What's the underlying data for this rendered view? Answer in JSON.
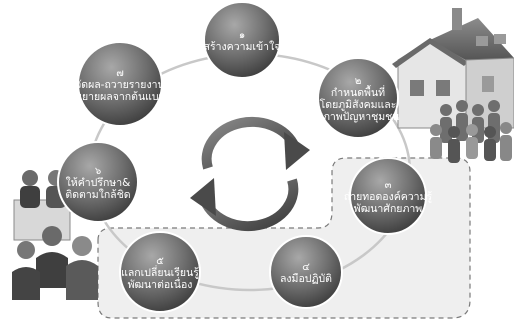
{
  "diagram": {
    "nodes": [
      {
        "id": "n1",
        "number": "๑",
        "lines": [
          "สร้างความเข้าใจ"
        ]
      },
      {
        "id": "n2",
        "number": "๒",
        "lines": [
          "กำหนดพื้นที่",
          "โดยภูมิสังคมและ",
          "สภาพปัญหาชุมชน"
        ]
      },
      {
        "id": "n3",
        "number": "๓",
        "lines": [
          "ถ่ายทอดองค์ความรู้",
          "พัฒนาศักยภาพ"
        ]
      },
      {
        "id": "n4",
        "number": "๔",
        "lines": [
          "ลงมือปฏิบัติ"
        ]
      },
      {
        "id": "n5",
        "number": "๕",
        "lines": [
          "แลกเปลี่ยนเรียนรู้",
          "พัฒนาต่อเนื่อง"
        ]
      },
      {
        "id": "n6",
        "number": "๖",
        "lines": [
          "ให้คำปรึกษา&",
          "ติดตามใกล้ชิด"
        ]
      },
      {
        "id": "n7",
        "number": "๗",
        "lines": [
          "วัดผล-ถวายรายงาน",
          "ขยายผลจากต้นแบบ"
        ]
      }
    ],
    "colors": {
      "node_fill_light": "#9a9a9a",
      "node_fill_dark": "#4a4a4a",
      "ring": "#c8c8c8",
      "arrows": "#5a5a5a",
      "dashed_region": "#eeeeee"
    },
    "icons": [
      "cycle-arrows-icon",
      "house-icon",
      "community-people-icon",
      "advisors-icon"
    ]
  }
}
